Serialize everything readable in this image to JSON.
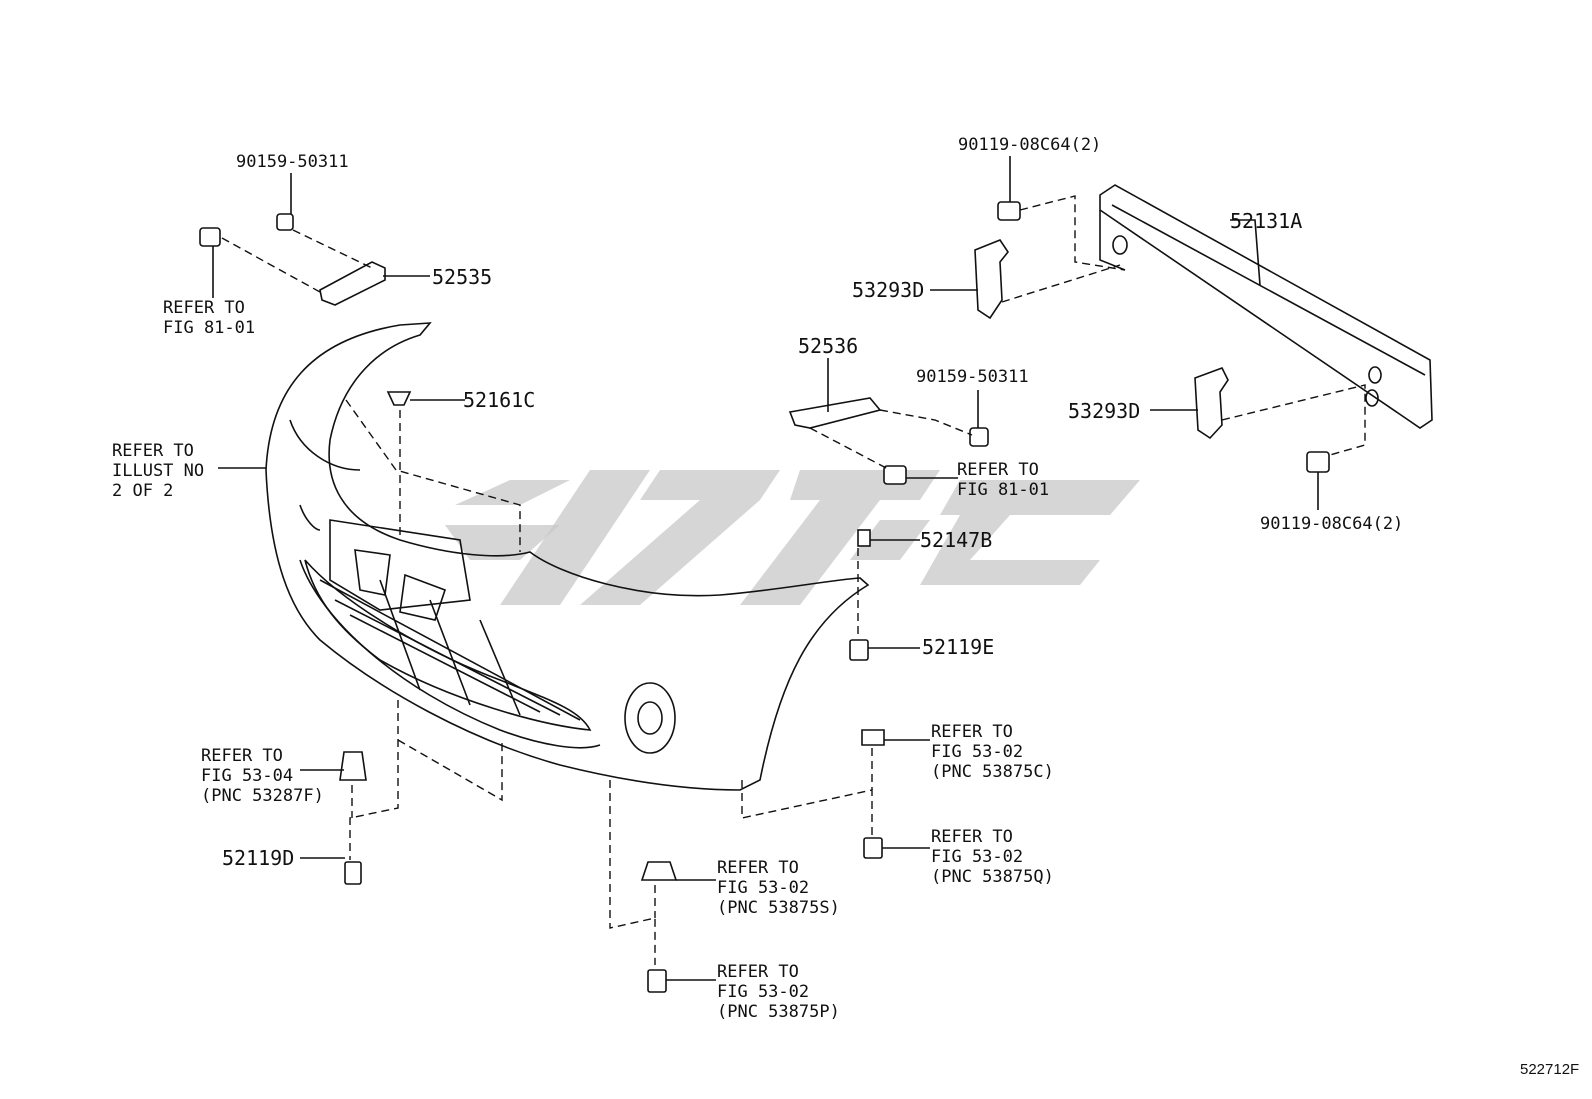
{
  "figure_code": "522712F",
  "labels": {
    "b_9015950311_top": "90159-50311",
    "p52535": "52535",
    "refer_fig8101_left": "REFER TO\nFIG 81-01",
    "p52161C": "52161C",
    "refer_illust": "REFER TO\nILLUST NO\n2 OF 2",
    "b_9011908C64_top": "90119-08C64(2)",
    "p52131A": "52131A",
    "p53293D_top": "53293D",
    "p52536": "52536",
    "b_9015950311_mid": "90159-50311",
    "p53293D_mid": "53293D",
    "refer_fig8101_right": "REFER TO\nFIG 81-01",
    "b_9011908C64_bot": "90119-08C64(2)",
    "p52147B": "52147B",
    "p52119E": "52119E",
    "refer_5302_c": "REFER TO\nFIG 53-02\n(PNC 53875C)",
    "refer_5304": "REFER TO\nFIG 53-04\n(PNC 53287F)",
    "p52119D": "52119D",
    "refer_5302_q": "REFER TO\nFIG 53-02\n(PNC 53875Q)",
    "refer_5302_s": "REFER TO\nFIG 53-02\n(PNC 53875S)",
    "refer_5302_p": "REFER TO\nFIG 53-02\n(PNC 53875P)"
  }
}
